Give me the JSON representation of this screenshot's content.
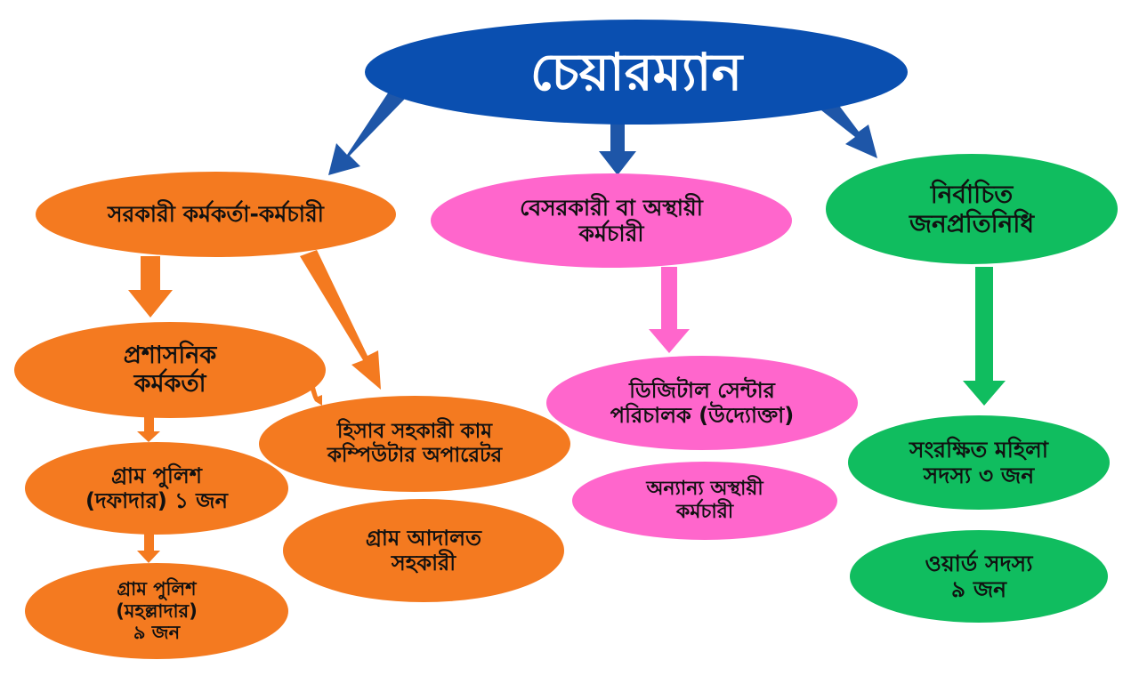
{
  "colors": {
    "top": "#0a4fb0",
    "government": "#f47a20",
    "private": "#ff66cc",
    "elected": "#10bd5f",
    "top_arrows": "#1e56a8"
  },
  "root": {
    "label": "চেয়ারম্যান"
  },
  "government": {
    "label": "সরকারী কর্মকর্তা-কর্মচারী",
    "admin_officer": "প্রশাসনিক\nকর্মকর্তা",
    "police_dafadar": "গ্রাম পুলিশ\n(দফাদার) ১ জন",
    "police_mohalladar": "গ্রাম পুলিশ\n(মহল্লাদার)\n৯ জন",
    "accounts_assistant": "হিসাব সহকারী কাম\nকম্পিউটার অপারেটর",
    "court_assistant": "গ্রাম আদালত\nসহকারী"
  },
  "private": {
    "label": "বেসরকারী বা অস্থায়ী\nকর্মচারী",
    "digital_center": "ডিজিটাল সেন্টার\nপরিচালক (উদ্যোক্তা)",
    "other_temp": "অন্যান্য অস্থায়ী\nকর্মচারী"
  },
  "elected": {
    "label": "নির্বাচিত\nজনপ্রতিনিধি",
    "reserved_women": "সংরক্ষিত মহিলা\nসদস্য ৩ জন",
    "ward_members": "ওয়ার্ড সদস্য\n৯ জন"
  }
}
